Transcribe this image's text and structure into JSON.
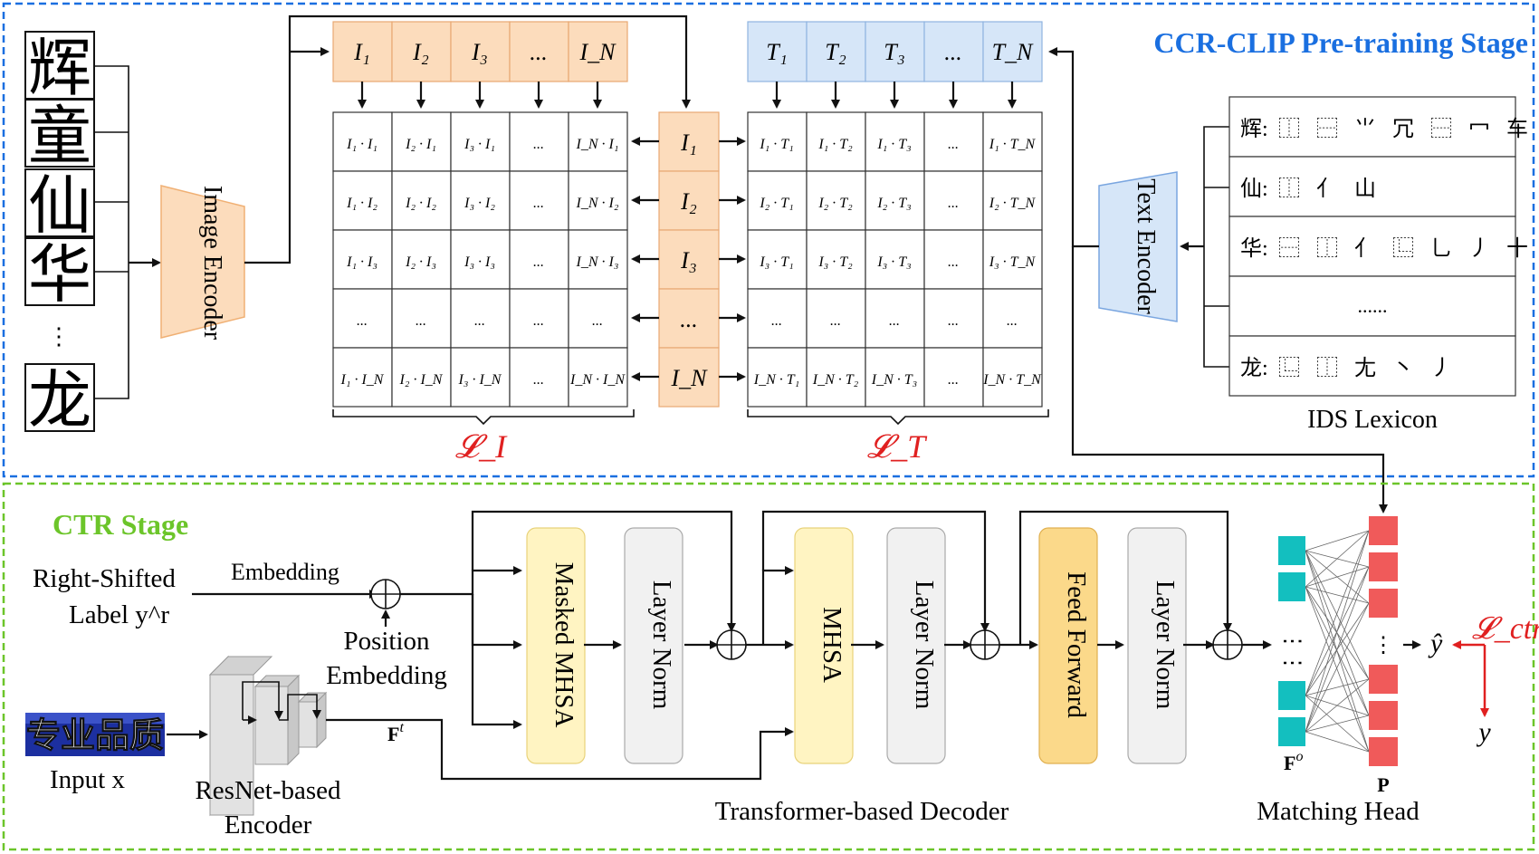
{
  "pretrain": {
    "title": "CCR-CLIP Pre-training Stage",
    "title_color": "#1a6fe0",
    "border_color": "#1a6fe0",
    "input_chars": [
      "辉",
      "童",
      "仙",
      "华",
      "⋮",
      "龙"
    ],
    "image_encoder": "Image Encoder",
    "text_encoder": "Text Encoder",
    "image_feats": [
      "I₁",
      "I₂",
      "I₃",
      "...",
      "I_N"
    ],
    "text_feats": [
      "T₁",
      "T₂",
      "T₃",
      "...",
      "T_N"
    ],
    "mid_feats": [
      "I₁",
      "I₂",
      "I₃",
      "...",
      "I_N"
    ],
    "image_matrix": [
      [
        "I₁ · I₁",
        "I₂ · I₁",
        "I₃ · I₁",
        "...",
        "I_N · I₁"
      ],
      [
        "I₁ · I₂",
        "I₂ · I₂",
        "I₃ · I₂",
        "...",
        "I_N · I₂"
      ],
      [
        "I₁ · I₃",
        "I₂ · I₃",
        "I₃ · I₃",
        "...",
        "I_N · I₃"
      ],
      [
        "...",
        "...",
        "...",
        "...",
        "..."
      ],
      [
        "I₁ · I_N",
        "I₂ · I_N",
        "I₃ · I_N",
        "...",
        "I_N · I_N"
      ]
    ],
    "text_matrix": [
      [
        "I₁ · T₁",
        "I₁ · T₂",
        "I₁ · T₃",
        "...",
        "I₁ · T_N"
      ],
      [
        "I₂ · T₁",
        "I₂ · T₂",
        "I₂ · T₃",
        "...",
        "I₂ · T_N"
      ],
      [
        "I₃ · T₁",
        "I₃ · T₂",
        "I₃ · T₃",
        "...",
        "I₃ · T_N"
      ],
      [
        "...",
        "...",
        "...",
        "...",
        "..."
      ],
      [
        "I_N · T₁",
        "I_N · T₂",
        "I_N · T₃",
        "...",
        "I_N · T_N"
      ]
    ],
    "loss_image": "𝓛_I",
    "loss_text": "𝓛_T",
    "ids_lexicon_title": "IDS Lexicon",
    "ids_rows": [
      {
        "char": "辉:",
        "parts": "⿰ ⿱ ⺌ 冗 ⿱ 冖 车"
      },
      {
        "char": "仙:",
        "parts": "⿰ 亻 山"
      },
      {
        "char": "华:",
        "parts": "⿱ ⿰ 亻 ⿺ 乚 丿 十"
      },
      {
        "char": "",
        "parts": "......"
      },
      {
        "char": "龙:",
        "parts": "⿺ ⿰ 尢 丶 丿"
      }
    ],
    "colors": {
      "image": "#fcdcbc",
      "text": "#d6e6f8",
      "image_diag": "#cbc6e0",
      "text_diag": "#b9c7d0",
      "loss": "#e02020"
    }
  },
  "ctr": {
    "title": "CTR Stage",
    "title_color": "#6cc52a",
    "border_color": "#6cc52a",
    "label_line1": "Right-Shifted",
    "label_line2": "Label y^r",
    "embedding": "Embedding",
    "position_line1": "Position",
    "position_line2": "Embedding",
    "input_image_text": "专业品质",
    "input_label": "Input x",
    "encoder_line1": "ResNet-based",
    "encoder_line2": "Encoder",
    "ft_label": "F^t",
    "blocks": [
      "Masked MHSA",
      "Layer Norm",
      "MHSA",
      "Layer Norm",
      "Feed Forward",
      "Layer Norm"
    ],
    "decoder_label": "Transformer-based Decoder",
    "fo_label": "F^o",
    "p_label": "P",
    "matching_head": "Matching Head",
    "yhat": "ŷ",
    "y": "y",
    "loss_ctr": "𝓛_ctr",
    "colors": {
      "teal": "#13bfbf",
      "red": "#f05a5a",
      "mhsa": "#fff4c2",
      "ff": "#fbd98a",
      "ln": "#f1f1f1"
    }
  }
}
